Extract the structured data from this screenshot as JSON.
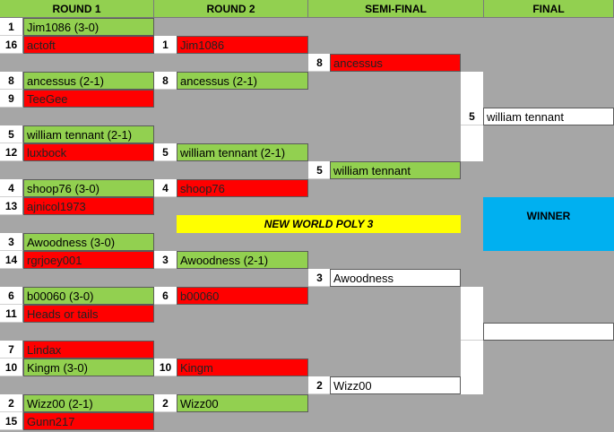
{
  "headers": [
    "ROUND 1",
    "ROUND 2",
    "SEMI-FINAL",
    "FINAL"
  ],
  "round1": [
    {
      "seed": "1",
      "name": "Jim1086 (3-0)",
      "status": "win"
    },
    {
      "seed": "16",
      "name": "actoft",
      "status": "loss"
    },
    {
      "seed": "8",
      "name": "ancessus (2-1)",
      "status": "win"
    },
    {
      "seed": "9",
      "name": "TeeGee",
      "status": "loss"
    },
    {
      "seed": "5",
      "name": "william tennant (2-1)",
      "status": "win"
    },
    {
      "seed": "12",
      "name": "luxbock",
      "status": "loss"
    },
    {
      "seed": "4",
      "name": "shoop76 (3-0)",
      "status": "win"
    },
    {
      "seed": "13",
      "name": "ajnicol1973",
      "status": "loss"
    },
    {
      "seed": "3",
      "name": "Awoodness (3-0)",
      "status": "win"
    },
    {
      "seed": "14",
      "name": "rgrjoey001",
      "status": "loss"
    },
    {
      "seed": "6",
      "name": "b00060 (3-0)",
      "status": "win"
    },
    {
      "seed": "11",
      "name": "Heads or tails",
      "status": "loss"
    },
    {
      "seed": "7",
      "name": "Lindax",
      "status": "loss"
    },
    {
      "seed": "10",
      "name": "Kingm (3-0)",
      "status": "win"
    },
    {
      "seed": "2",
      "name": "Wizz00 (2-1)",
      "status": "win"
    },
    {
      "seed": "15",
      "name": "Gunn217",
      "status": "loss"
    }
  ],
  "round2": [
    {
      "seed": "1",
      "name": "Jim1086",
      "status": "loss"
    },
    {
      "seed": "8",
      "name": "ancessus (2-1)",
      "status": "win"
    },
    {
      "seed": "5",
      "name": "william tennant (2-1)",
      "status": "win"
    },
    {
      "seed": "4",
      "name": "shoop76",
      "status": "loss"
    },
    {
      "seed": "3",
      "name": "Awoodness (2-1)",
      "status": "win"
    },
    {
      "seed": "6",
      "name": "b00060",
      "status": "loss"
    },
    {
      "seed": "10",
      "name": "Kingm",
      "status": "loss"
    },
    {
      "seed": "2",
      "name": "Wizz00",
      "status": "win"
    }
  ],
  "semifinal": [
    {
      "seed": "8",
      "name": "ancessus",
      "status": "loss"
    },
    {
      "seed": "5",
      "name": "william tennant",
      "status": "win"
    },
    {
      "seed": "3",
      "name": "Awoodness",
      "status": "pending"
    },
    {
      "seed": "2",
      "name": "Wizz00",
      "status": "pending"
    }
  ],
  "final": [
    {
      "seed": "5",
      "name": "william tennant",
      "status": "pending"
    },
    {
      "seed": "",
      "name": "",
      "status": "pending"
    }
  ],
  "banner": "NEW WORLD POLY 3",
  "winner_label": "WINNER",
  "colors": {
    "win": "#92d050",
    "loss": "#ff0000",
    "pending": "#ffffff",
    "winner": "#00b0f0",
    "banner": "#ffff00",
    "background": "#a6a6a6"
  }
}
